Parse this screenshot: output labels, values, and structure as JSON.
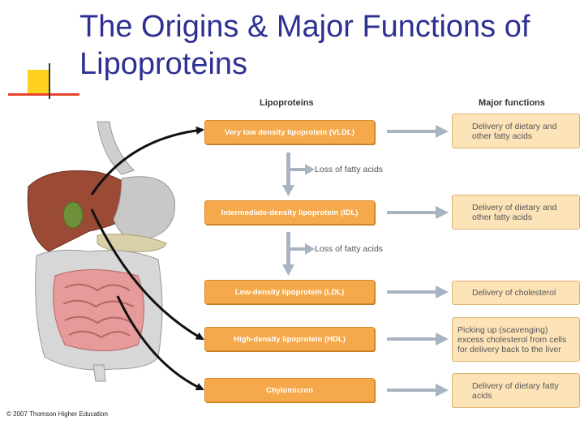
{
  "title": "The Origins & Major Functions of Lipoproteins",
  "headers": {
    "lipoproteins": "Lipoproteins",
    "functions": "Major functions"
  },
  "lipoproteins": [
    "Very low density lipoprotein (VLDL)",
    "Intermediate-density lipoprotein (IDL)",
    "Low-density lipoprotein (LDL)",
    "High-density lipoprotein (HDL)",
    "Chylomicron"
  ],
  "functions": [
    "Delivery of dietary and other fatty acids",
    "Delivery of dietary and other fatty acids",
    "Delivery of cholesterol",
    "Picking up (scavenging) excess cholesterol from cells for delivery back to the liver",
    "Delivery of dietary fatty acids"
  ],
  "transitions": [
    "Loss of fatty acids",
    "Loss of fatty acids"
  ],
  "copyright": "© 2007 Thomson Higher Education",
  "colors": {
    "title": "#2e3192",
    "lipo_box": "#f6a94a",
    "func_box": "#fde3b8",
    "arrow": "#a9b4c2"
  }
}
